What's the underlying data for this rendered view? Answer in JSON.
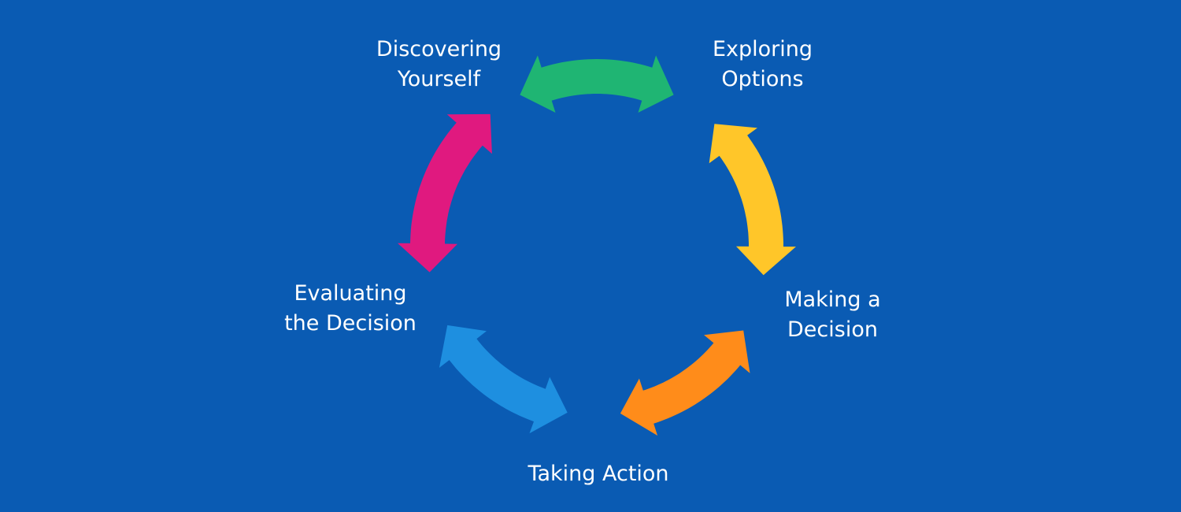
{
  "diagram": {
    "stages": [
      {
        "id": "discover",
        "lines": [
          "Discovering",
          "Yourself"
        ]
      },
      {
        "id": "explore",
        "lines": [
          "Exploring",
          "Options"
        ]
      },
      {
        "id": "decide",
        "lines": [
          "Making a",
          "Decision"
        ]
      },
      {
        "id": "action",
        "lines": [
          "Taking Action"
        ]
      },
      {
        "id": "evaluate",
        "lines": [
          "Evaluating",
          "the Decision"
        ]
      }
    ],
    "arrows": [
      {
        "id": "discover-explore",
        "color": "#1fb573"
      },
      {
        "id": "explore-decide",
        "color": "#ffc629"
      },
      {
        "id": "decide-action",
        "color": "#ff8c1a"
      },
      {
        "id": "action-evaluate",
        "color": "#1e8fe0"
      },
      {
        "id": "evaluate-discover",
        "color": "#e0197f"
      }
    ],
    "background_color": "#0a5bb3"
  }
}
